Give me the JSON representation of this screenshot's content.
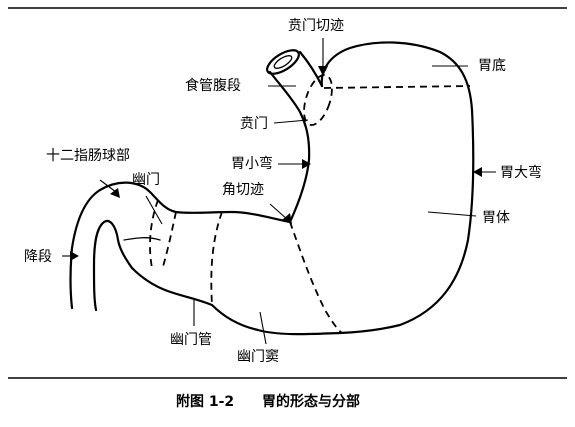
{
  "diagram": {
    "labels": {
      "cardiac_notch": "贲门切迹",
      "fundus": "胃底",
      "abdominal_esophagus": "食管腹段",
      "cardia": "贲门",
      "duodenal_bulb": "十二指肠球部",
      "lesser_curvature": "胃小弯",
      "greater_curvature": "胃大弯",
      "pylorus": "幽门",
      "angular_notch": "角切迹",
      "body": "胃体",
      "descending_part": "降段",
      "pyloric_canal": "幽门管",
      "pyloric_antrum": "幽门窦"
    },
    "caption": {
      "figure_number": "附图 1-2",
      "title": "胃的形态与分部"
    }
  }
}
